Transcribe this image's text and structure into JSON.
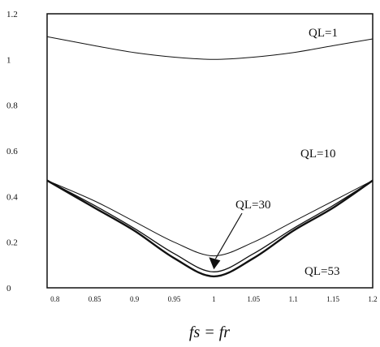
{
  "chart_data": {
    "type": "line",
    "xlabel": "fs = fr",
    "ylabel": "",
    "title": "",
    "xlim": [
      0.79,
      1.2
    ],
    "ylim": [
      0,
      1.2
    ],
    "x_ticks": [
      "0.8",
      "0.85",
      "0.9",
      "0.95",
      "1",
      "1.05",
      "1.1",
      "1.15",
      "1.2"
    ],
    "x_tick_values": [
      0.8,
      0.85,
      0.9,
      0.95,
      1.0,
      1.05,
      1.1,
      1.15,
      1.2
    ],
    "y_ticks": [
      "0",
      "0.2",
      "0.4",
      "0.6",
      "0.8",
      "1",
      "1.2"
    ],
    "y_tick_values": [
      0,
      0.2,
      0.4,
      0.6,
      0.8,
      1.0,
      1.2
    ],
    "grid": false,
    "series": [
      {
        "name": "QL=1",
        "x": [
          0.79,
          0.85,
          0.9,
          0.95,
          1.0,
          1.05,
          1.1,
          1.15,
          1.2
        ],
        "y": [
          1.1,
          1.06,
          1.03,
          1.01,
          1.0,
          1.01,
          1.03,
          1.06,
          1.09
        ]
      },
      {
        "name": "QL=10",
        "x": [
          0.79,
          0.85,
          0.9,
          0.95,
          1.0,
          1.05,
          1.1,
          1.15,
          1.2
        ],
        "y": [
          0.47,
          0.38,
          0.29,
          0.2,
          0.14,
          0.2,
          0.29,
          0.38,
          0.47
        ]
      },
      {
        "name": "QL=30",
        "x": [
          0.79,
          0.85,
          0.9,
          0.95,
          1.0,
          1.05,
          1.1,
          1.15,
          1.2
        ],
        "y": [
          0.47,
          0.36,
          0.26,
          0.15,
          0.07,
          0.15,
          0.26,
          0.36,
          0.47
        ]
      },
      {
        "name": "QL=53",
        "x": [
          0.79,
          0.85,
          0.9,
          0.95,
          1.0,
          1.05,
          1.1,
          1.15,
          1.2
        ],
        "y": [
          0.47,
          0.35,
          0.25,
          0.13,
          0.05,
          0.13,
          0.25,
          0.35,
          0.47
        ]
      }
    ],
    "annotations": [
      {
        "text": "QL=1",
        "target": "QL=1"
      },
      {
        "text": "QL=10",
        "target": "QL=10"
      },
      {
        "text": "QL=30",
        "target": "QL=30",
        "arrow_to": [
          1.0,
          0.07
        ]
      },
      {
        "text": "QL=53",
        "target": "QL=53"
      }
    ],
    "legend": "none"
  }
}
